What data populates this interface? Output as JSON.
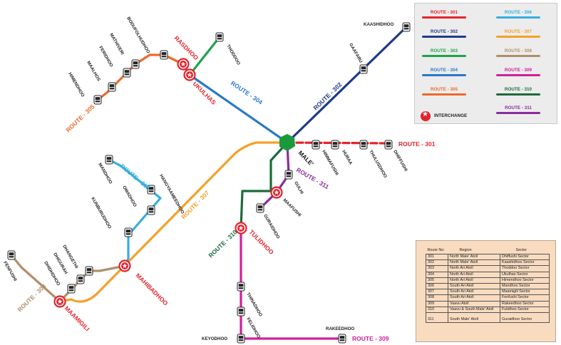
{
  "routes": [
    {
      "id": "301",
      "label": "ROUTE - 301",
      "color": "#e3232c"
    },
    {
      "id": "302",
      "label": "ROUTE - 302",
      "color": "#1f3a8a"
    },
    {
      "id": "303",
      "label": "ROUTE - 303",
      "color": "#20a34a"
    },
    {
      "id": "304",
      "label": "ROUTE - 304",
      "color": "#2a79c8"
    },
    {
      "id": "305",
      "label": "ROUTE - 305",
      "color": "#ec6a2c"
    },
    {
      "id": "306",
      "label": "ROUTE - 306",
      "color": "#38aee0"
    },
    {
      "id": "307",
      "label": "ROUTE - 307",
      "color": "#f5a02a"
    },
    {
      "id": "308",
      "label": "ROUTE - 308",
      "color": "#b08f6a"
    },
    {
      "id": "309",
      "label": "ROUTE - 309",
      "color": "#d0209a"
    },
    {
      "id": "310",
      "label": "ROUTE - 310",
      "color": "#1d6b3a"
    },
    {
      "id": "311",
      "label": "ROUTE - 311",
      "color": "#8a2c9c"
    }
  ],
  "legend": {
    "interchange_label": "INTERCHANGE"
  },
  "hub": {
    "name": "MALE'",
    "color": "#1a9a3c"
  },
  "interchanges": [
    "RASDHOO",
    "UKULHAS",
    "TULIDHOO",
    "MAHIBADHOO",
    "MAAMIGILI",
    "MAAFUSHI"
  ],
  "stops": [
    "KAASHIDHOO",
    "GAAFARU",
    "HIMMAFUSHI",
    "HURAA",
    "THULUSDHOO",
    "DHIFFUSHI",
    "BODUFOLHUDHOO",
    "MATHIVERI",
    "FERIDHOO",
    "MAALHOS",
    "HIMENDHOO",
    "THODDOO",
    "GULHI",
    "GURAIDHOO",
    "MANDHOO",
    "HANGYAAMEEDHOO",
    "OMADHOO",
    "KUNBURUDHOO",
    "DHANGETHI",
    "DHIGURAH",
    "DHIDHDHOO",
    "FENFUSHI",
    "THINADHOO",
    "FELIDHOO",
    "KEYODHOO",
    "RAKEEDHOO"
  ],
  "route_table": {
    "headers": [
      "Route No:",
      "Region",
      "Sector"
    ],
    "rows": [
      [
        "301",
        "North Male' Atoll",
        "Dhiffushi Sector"
      ],
      [
        "302",
        "North Male' Atoll",
        "Kaashidhoo Sector"
      ],
      [
        "303",
        "North Ari Atoll",
        "Thoddoo Sector"
      ],
      [
        "304",
        "North Ari Atoll",
        "Ukulhas Sector"
      ],
      [
        "305",
        "North Ari Atoll",
        "Himendhoo Sector"
      ],
      [
        "306",
        "South Ari Atoll",
        "Mandhoo Sector"
      ],
      [
        "307",
        "South Ari Atoll",
        "Maamigili Sector"
      ],
      [
        "308",
        "South Ari Atoll",
        "Fenfushi Sector"
      ],
      [
        "309",
        "Vaavu Atoll",
        "Rakeedhoo Sector"
      ],
      [
        "310",
        "Vaavu & South Male' Atoll",
        "Fulidhoo Sector"
      ],
      [
        "311",
        "South Male' Atoll",
        "Guraidhoo Sector"
      ]
    ]
  }
}
